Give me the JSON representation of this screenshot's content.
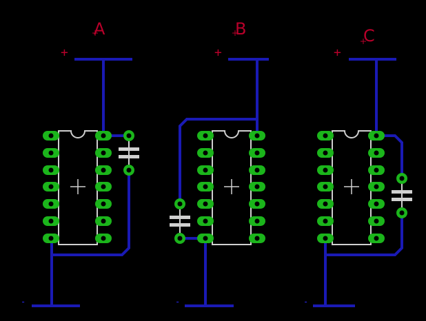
{
  "canvas": {
    "background": "#000000"
  },
  "colors": {
    "trace": "#1a1ab4",
    "pad": "#1bb51b",
    "drill": "#000000",
    "silkscreen": "#d0d0d0",
    "label": "#b8002a",
    "minus_text": "#2b2bff"
  },
  "circuits": [
    {
      "label": "A",
      "plus": "+",
      "minus": "-",
      "ic_pins_per_side": 7,
      "capacitor_side": "right",
      "capacitor_pin": "top-right pin"
    },
    {
      "label": "B",
      "plus": "+",
      "minus": "-",
      "ic_pins_per_side": 7,
      "capacitor_side": "left",
      "capacitor_pin": "top-right pin"
    },
    {
      "label": "C",
      "plus": "+",
      "minus": "-",
      "ic_pins_per_side": 7,
      "capacitor_side": "right",
      "capacitor_pin": "top-right pin"
    }
  ]
}
